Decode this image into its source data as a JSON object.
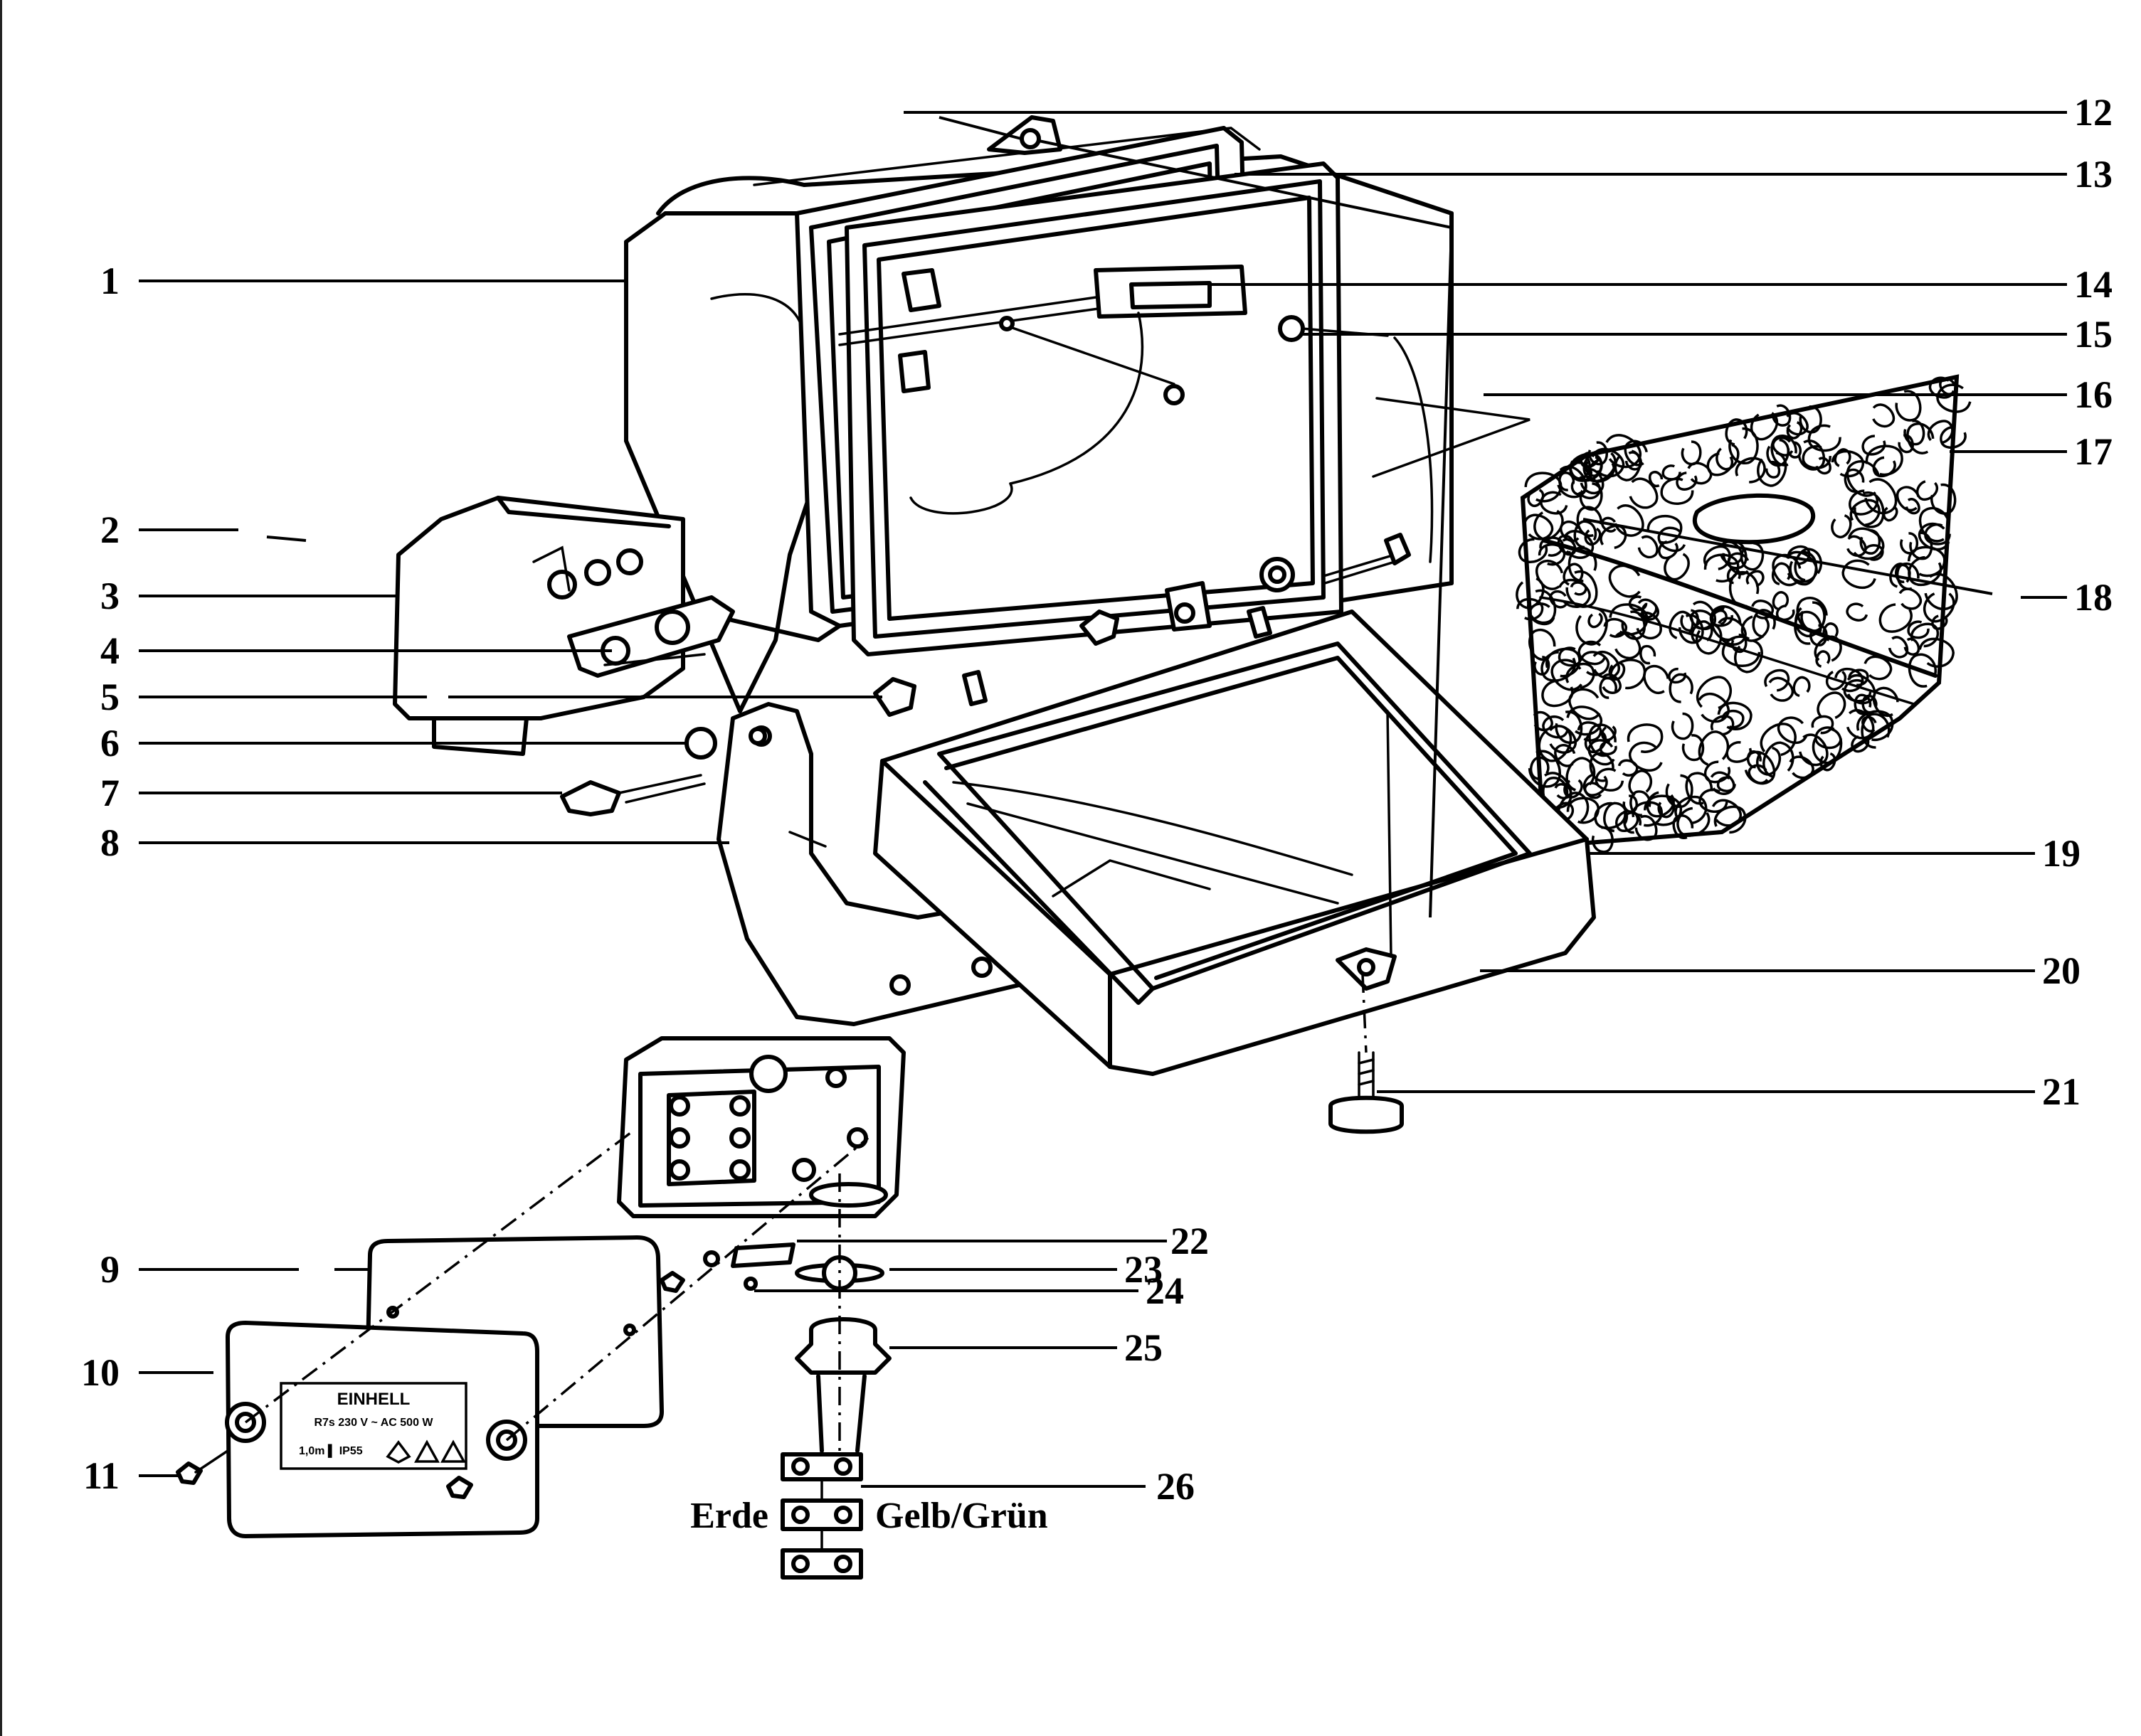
{
  "callouts": {
    "1": "1",
    "2": "2",
    "3": "3",
    "4": "4",
    "5": "5",
    "6": "6",
    "7": "7",
    "8": "8",
    "9": "9",
    "10": "10",
    "11": "11",
    "12": "12",
    "13": "13",
    "14": "14",
    "15": "15",
    "16": "16",
    "17": "17",
    "18": "18",
    "19": "19",
    "20": "20",
    "21": "21",
    "22": "22",
    "23": "23",
    "24": "24",
    "25": "25",
    "26": "26"
  },
  "terminal": {
    "left_label": "Erde",
    "right_label": "Gelb/Grün"
  },
  "rating_plate": {
    "brand": "EINHELL",
    "rating": "R7s 230 V ~ AC 500 W",
    "spec": "1,0m ▌ IP55"
  }
}
